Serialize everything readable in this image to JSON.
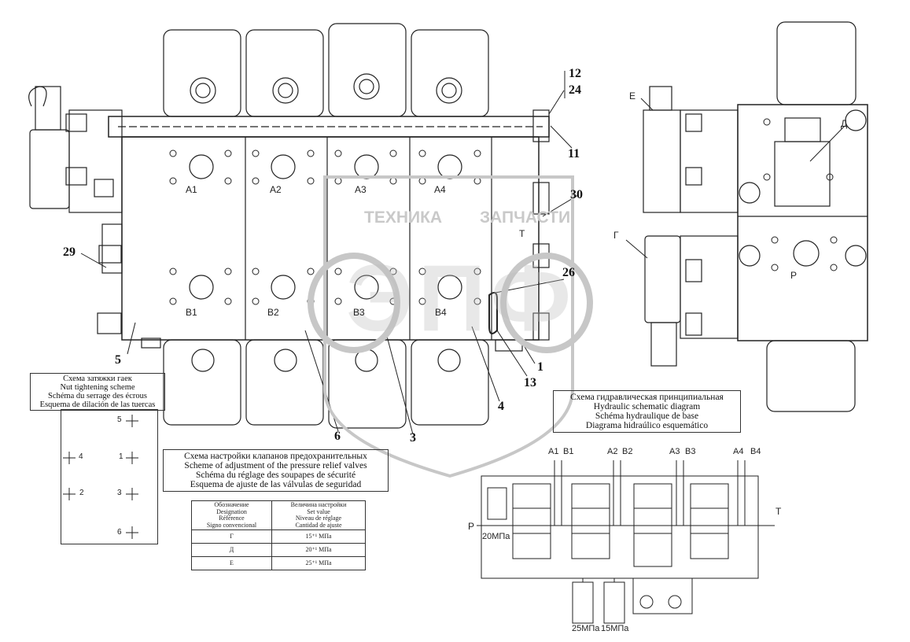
{
  "callouts": [
    "1",
    "3",
    "4",
    "5",
    "6",
    "11",
    "12",
    "24",
    "13",
    "26",
    "29",
    "30"
  ],
  "ports_top": [
    "A1",
    "A2",
    "A3",
    "A4"
  ],
  "ports_bottom": [
    "B1",
    "B2",
    "B3",
    "B4"
  ],
  "port_t": "T",
  "right_view": {
    "port_p": "P",
    "label_e": "E",
    "label_d": "Д",
    "label_g": "Г"
  },
  "watermark": {
    "text_left": "ТЕХНИКА",
    "text_right": "ЗАПЧАСТИ",
    "logo": "ЭПФ"
  },
  "nut_scheme": {
    "title": [
      "Схема затяжки гаек",
      "Nut tightening scheme",
      "Schéma du serrage des écrous",
      "Esquema de dilación de las tuercas"
    ],
    "numbers": [
      "5",
      "4",
      "1",
      "2",
      "3",
      "6"
    ]
  },
  "relief_scheme": {
    "title": [
      "Схема настройки клапанов предохранительных",
      "Scheme of adjustment of the pressure relief valves",
      "Schéma du réglage des soupapes de sécurité",
      "Esquema de ajuste de las válvulas de seguridad"
    ],
    "table": {
      "headers": [
        [
          "Обозначение",
          "Designation",
          "Référence",
          "Signo convencional"
        ],
        [
          "Величина настройки",
          "Set value",
          "Niveau de réglage",
          "Cantidad de ajuste"
        ]
      ],
      "rows": [
        [
          "Г",
          "15⁺¹ МПа"
        ],
        [
          "Д",
          "20⁺¹ МПа"
        ],
        [
          "Е",
          "25⁺¹ МПа"
        ]
      ]
    }
  },
  "hydraulic_scheme": {
    "title": [
      "Схема гидравлическая принципиальная",
      "Hydraulic schematic diagram",
      "Schéma hydraulique de base",
      "Diagrama hidraúlico esquemático"
    ],
    "ports": [
      "A1",
      "B1",
      "A2",
      "B2",
      "A3",
      "B3",
      "A4",
      "B4"
    ],
    "p": "P",
    "t": "T",
    "pressures": [
      "20МПа",
      "25МПа",
      "15МПа"
    ]
  }
}
